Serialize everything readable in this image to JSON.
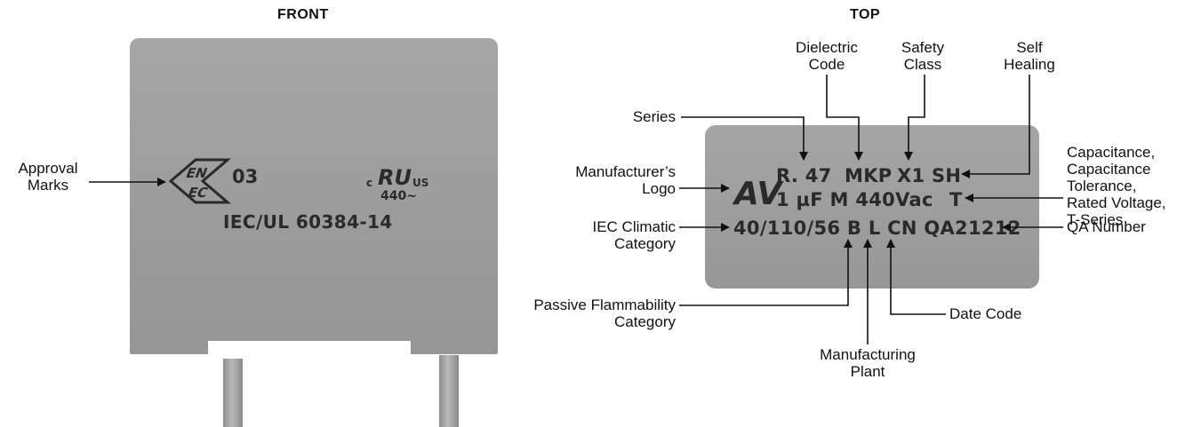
{
  "headings": {
    "front": "FRONT",
    "top": "TOP"
  },
  "front": {
    "approval_code": "03",
    "ul_c": "c",
    "ul_us": "US",
    "ul_voltage": "440~",
    "standard": "IEC/UL 60384-14",
    "labels": {
      "approval_marks": "Approval\nMarks"
    }
  },
  "top": {
    "marking": {
      "logo": "AV",
      "line1_series": "R. 47",
      "line1_dielectric": "MKP",
      "line1_class": "X1",
      "line1_self_healing": "SH",
      "line2_capacitance": "1 µF M 440Vac",
      "line2_tseries": "T",
      "line3": "40/110/56 B L CN QA21212"
    },
    "labels": {
      "dielectric_code": "Dielectric\nCode",
      "safety_class": "Safety\nClass",
      "self_healing": "Self\nHealing",
      "series": "Series",
      "capacitance": "Capacitance,\nCapacitance\nTolerance,\nRated Voltage,\nT-Series",
      "manufacturer_logo": "Manufacturer’s\nLogo",
      "iec_climatic": "IEC Climatic\nCategory",
      "qa_number": "QA Number",
      "passive_flammability": "Passive Flammability\nCategory",
      "date_code": "Date Code",
      "manufacturing_plant": "Manufacturing\nPlant"
    }
  }
}
